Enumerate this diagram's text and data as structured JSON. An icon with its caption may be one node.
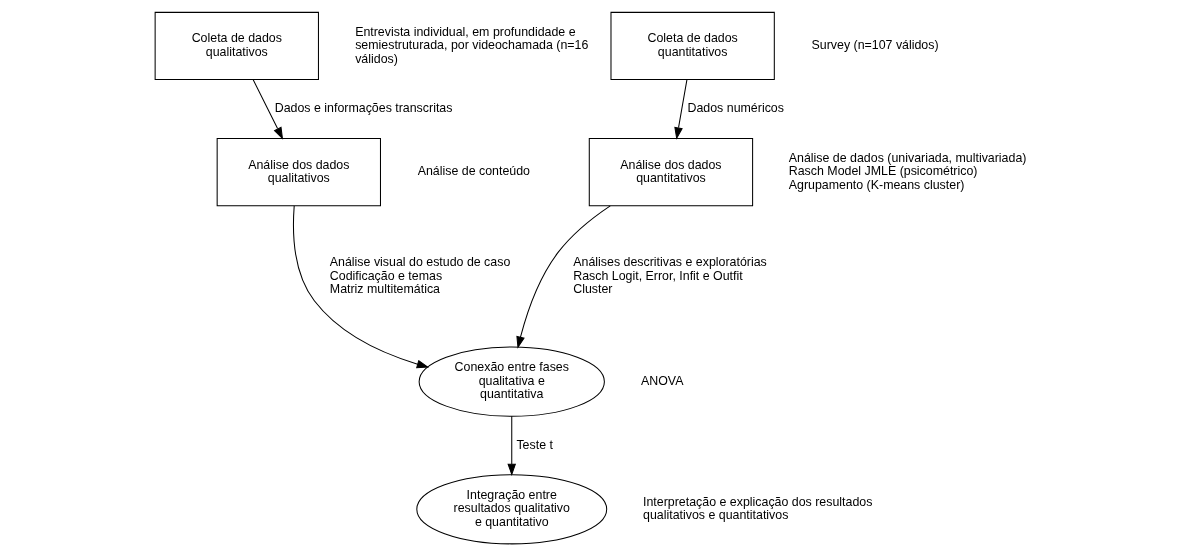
{
  "diagram": {
    "nodes": [
      {
        "text": [
          "Coleta de dados qualitativos"
        ],
        "beside": [
          "Entrevista individual, em profundidade e semiestruturada, por videochamada (n=16 válidos)"
        ]
      },
      {
        "text": [
          "Análise dos dados qualitativos"
        ],
        "beside": [
          "Análise de conteúdo"
        ]
      },
      {
        "text": [
          "Coleta de dados quantitativos"
        ],
        "beside": [
          "Survey (n=107 válidos)"
        ]
      },
      {
        "text": [
          "Análise dos dados quantitativos"
        ],
        "beside": [
          "Análise de dados (univariada, multivariada)",
          "Rasch Model JMLE (psicométrico)",
          "Agrupamento (K-means cluster)"
        ]
      },
      {
        "text": [
          "Conexão entre fases qualitativa e quantitativa"
        ],
        "beside": [
          "ANOVA"
        ]
      },
      {
        "text": [
          "Integração entre resultados qualitativo e quantitativo"
        ],
        "beside": [
          "Interpretação e explicação dos resultados qualitativos e quantitativos"
        ]
      }
    ],
    "edges": [
      {
        "from": 0,
        "to": 1,
        "arrow": "to",
        "label": "Dados e informações transcritas"
      },
      {
        "from": 2,
        "to": 3,
        "arrow": "to",
        "label": "Dados numéricos"
      },
      {
        "from": 1,
        "to": 4,
        "arrow": "to"
      },
      {
        "from": 3,
        "to": 4,
        "arrow": "to"
      },
      {
        "from": 4,
        "to": 5,
        "arrow": "to",
        "label": "Teste t"
      }
    ],
    "labels": [
      "Análise visual do estudo de caso",
      "Codificação e temas",
      "Matriz multitemática",
      "Análises descritivas e exploratórias",
      "Rasch Logit, Error, Infit e Outfit",
      "Cluster"
    ]
  }
}
